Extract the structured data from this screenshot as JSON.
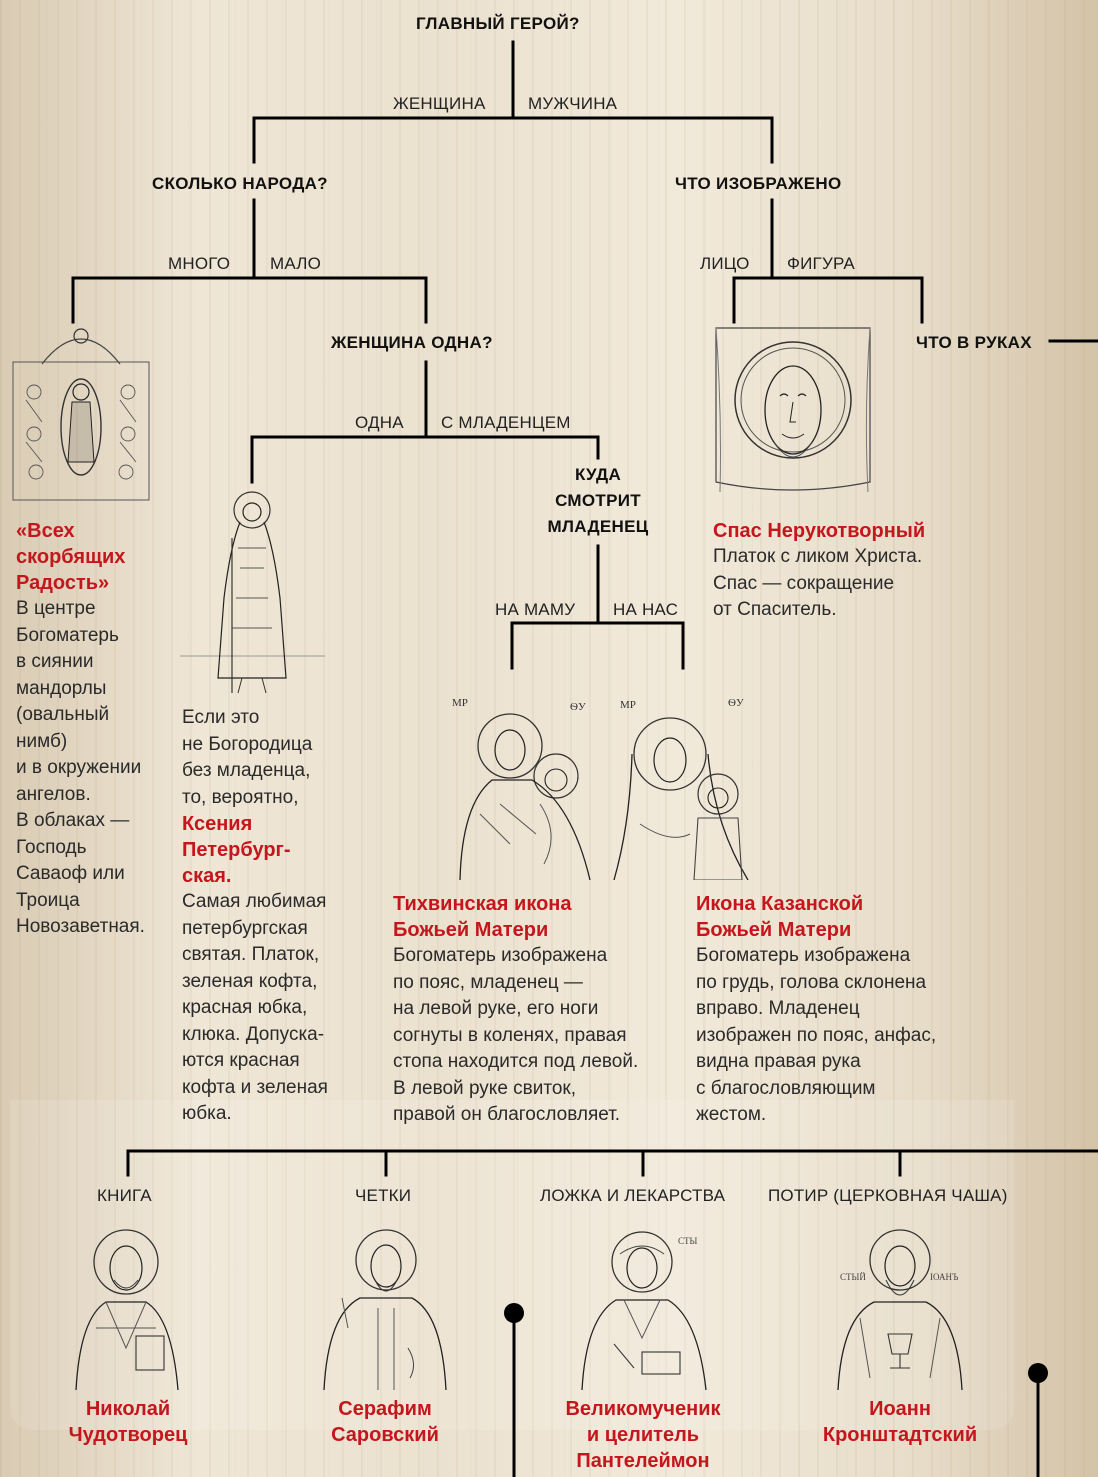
{
  "questions": {
    "main_hero": "ГЛАВНЫЙ ГЕРОЙ?",
    "how_many_people": "СКОЛЬКО НАРОДА?",
    "what_depicted": "ЧТО ИЗОБРАЖЕНО",
    "woman_alone": "ЖЕНЩИНА ОДНА?",
    "in_hands": "ЧТО В РУКАХ",
    "where_child_looks": [
      "КУДА",
      "СМОТРИТ",
      "МЛАДЕНЕЦ"
    ]
  },
  "options": {
    "woman": "ЖЕНЩИНА",
    "man": "МУЖЧИНА",
    "many": "МНОГО",
    "few": "МАЛО",
    "face": "ЛИЦО",
    "figure": "ФИГУРА",
    "alone": "ОДНА",
    "with_child": "С МЛАДЕНЦЕМ",
    "at_mother": "НА МАМУ",
    "at_us": "НА НАС",
    "book": "КНИГА",
    "rosary": "ЧЕТКИ",
    "spoon_medicine": "ЛОЖКА И ЛЕКАРСТВА",
    "chalice": "ПОТИР (ЦЕРКОВНАЯ ЧАША)"
  },
  "icons": {
    "all_sorrow": {
      "name": [
        "«Всех",
        "скорбящих",
        "Радость»"
      ],
      "desc": [
        "В центре",
        "Богоматерь",
        "в сиянии",
        "мандорлы",
        "(овальный",
        "нимб)",
        "и в окружении",
        "ангелов.",
        "В облаках —",
        "Господь",
        "Саваоф или",
        "Троица",
        "Новозаветная."
      ]
    },
    "xenia": {
      "intro": [
        "Если это",
        "не Богородица",
        "без младенца,",
        "то, вероятно,"
      ],
      "name": [
        "Ксения",
        "Петербург-",
        "ская."
      ],
      "desc": [
        "Самая любимая",
        "петербургская",
        "святая. Платок,",
        "зеленая кофта,",
        "красная юбка,",
        "клюка. Допуска-",
        "ются красная",
        "кофта и зеленая",
        "юбка."
      ]
    },
    "spas": {
      "name": "Спас Нерукотворный",
      "desc": [
        "Платок с ликом Христа.",
        "Спас — сокращение",
        "от Спаситель."
      ]
    },
    "tikhvin": {
      "name": [
        "Тихвинская икона",
        "Божьей Матери"
      ],
      "desc": [
        "Богоматерь изображена",
        "по пояс, младенец —",
        "на левой руке, его ноги",
        "согнуты в коленях,  правая",
        "стопа находится под левой.",
        "В левой руке свиток,",
        "правой он благословляет."
      ]
    },
    "kazan": {
      "name": [
        "Икона Казанской",
        "Божьей Матери"
      ],
      "desc": [
        "Богоматерь изображена",
        "по грудь, голова склонена",
        "вправо. Младенец",
        "изображен по пояс, анфас,",
        "видна правая рука",
        "с благословляющим",
        "жестом."
      ]
    },
    "nikolai": {
      "name": [
        "Николай",
        "Чудотворец"
      ]
    },
    "serafim": {
      "name": [
        "Серафим",
        "Саровский"
      ]
    },
    "panteleimon": {
      "name": [
        "Великомученик",
        "и целитель",
        "Пантелеймон"
      ]
    },
    "ioann": {
      "name": [
        "Иоанн",
        "Кронштадтский"
      ]
    }
  },
  "colors": {
    "accent_red": "#c4161c",
    "line": "#000000",
    "wood": "#ebe1cf"
  }
}
